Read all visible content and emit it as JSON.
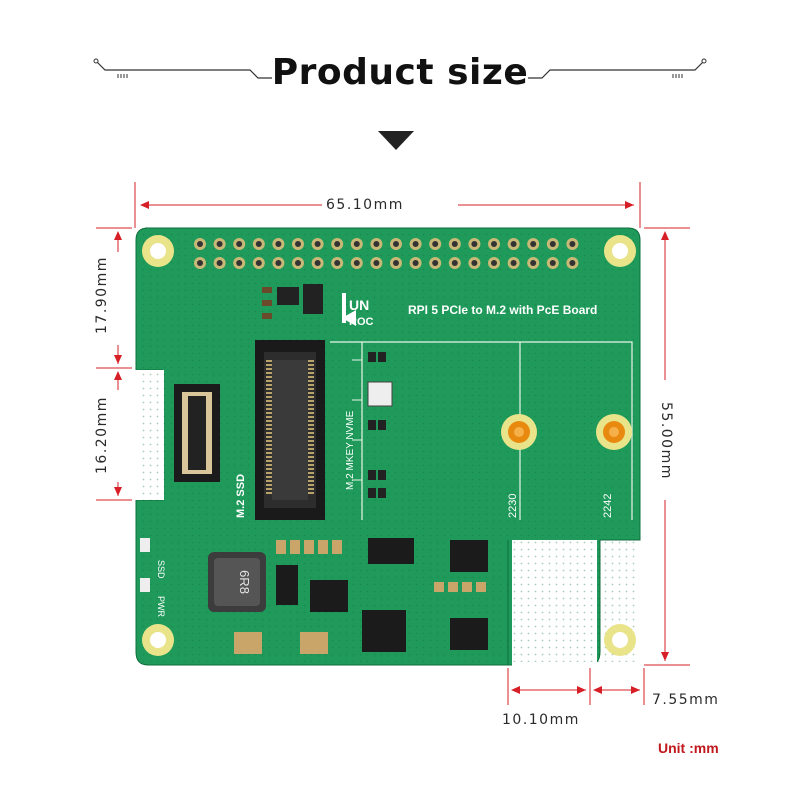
{
  "title": "Product size",
  "logo_text": [
    "UN",
    "ROC"
  ],
  "board_label": "RPI 5 PCIe to M.2 with PcE Board",
  "connector_label": "M.2 MKEY NVME",
  "ssd_label": "M.2 SSD",
  "slot_labels": [
    "2230",
    "2242"
  ],
  "led_labels": [
    "SSD",
    "PWR"
  ],
  "inductor_code": "6R8",
  "dimensions": {
    "width_top": "65.10mm",
    "left_upper": "17.90mm",
    "left_lower": "16.20mm",
    "right_height": "55.00mm",
    "bottom_cutout": "10.10mm",
    "bottom_right": "7.55mm"
  },
  "unit_label": "Unit :mm",
  "colors": {
    "pcb_green": "#1f9a5a",
    "dimension_red": "#d61f26",
    "unit_red": "#c0181c"
  }
}
